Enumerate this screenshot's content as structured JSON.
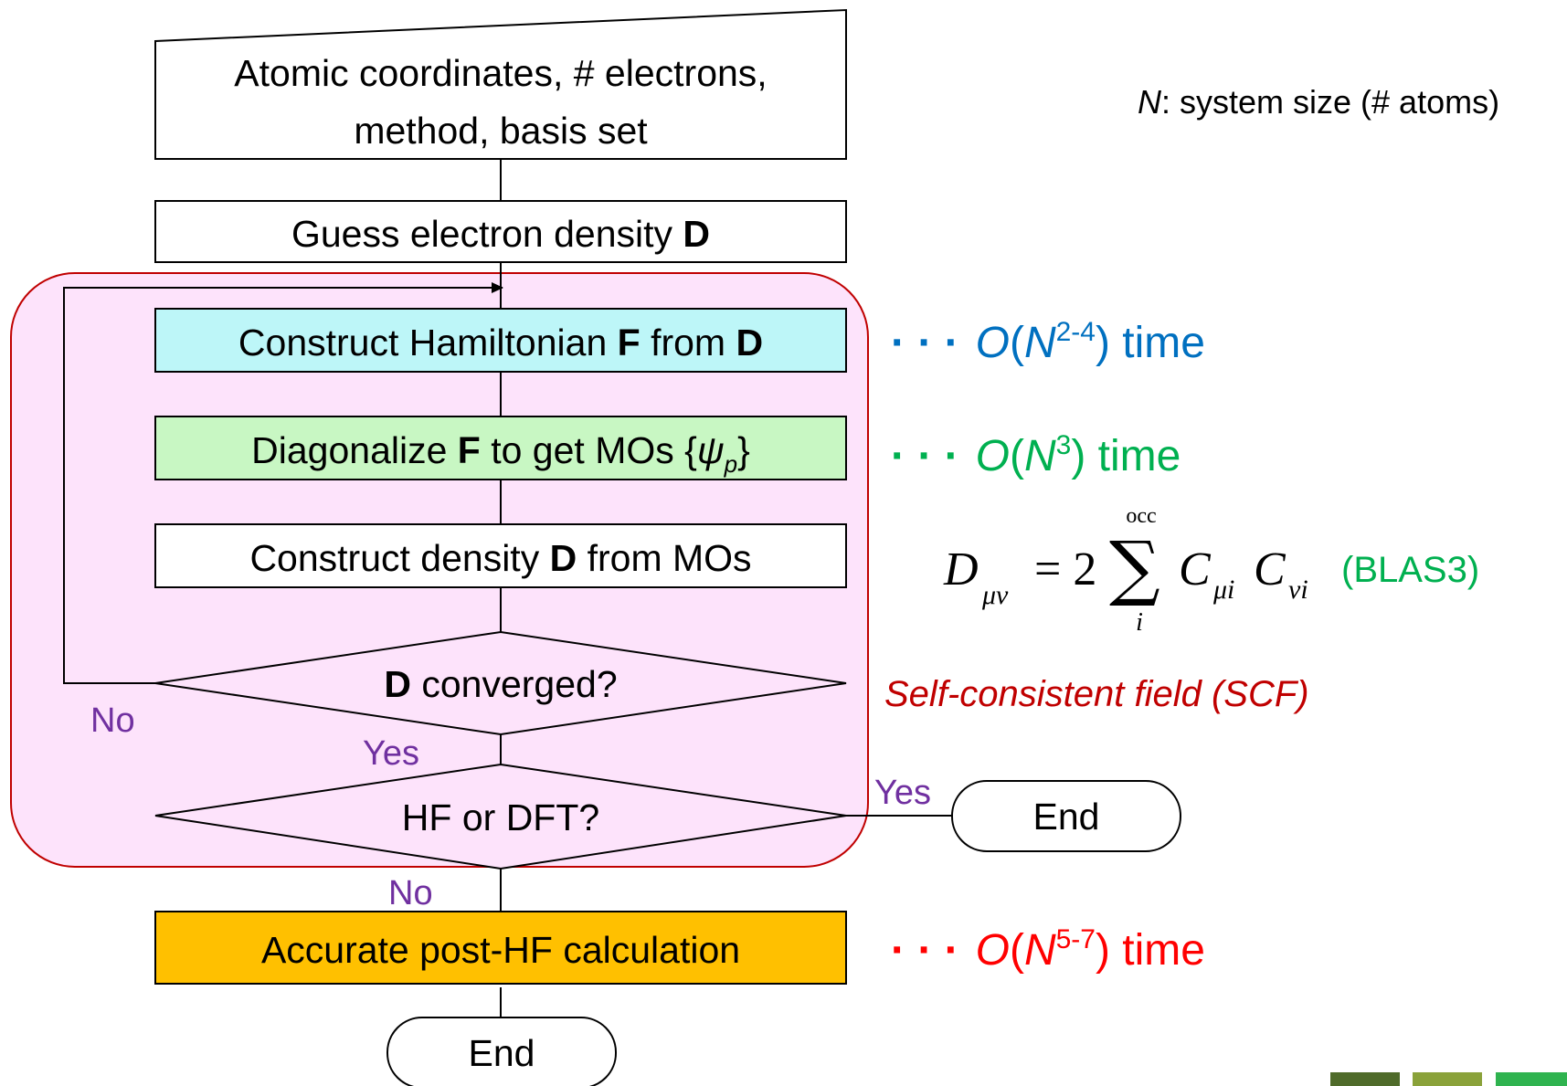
{
  "flow": {
    "input": {
      "line1": "Atomic coordinates, # electrons,",
      "line2": "method, basis set"
    },
    "guess": {
      "text": "Guess electron density ",
      "bold": "D"
    },
    "construct_f": {
      "t1": "Construct Hamiltonian ",
      "b1": "F",
      "t2": " from ",
      "b2": "D"
    },
    "diagonalize": {
      "t1": "Diagonalize ",
      "b1": "F",
      "t2": " to get MOs {",
      "psi": "ψ",
      "sub": "p",
      "close": "}"
    },
    "construct_d": {
      "t1": "Construct density ",
      "b1": "D",
      "t2": " from MOs"
    },
    "converged": {
      "bold": "D",
      "text": " converged?"
    },
    "hf_dft": {
      "text": "HF or DFT?"
    },
    "post_hf": {
      "text": "Accurate post-HF calculation"
    },
    "end_right": {
      "text": "End"
    },
    "end_bottom": {
      "text": "End"
    },
    "labels": {
      "no_loop": "No",
      "yes_converged": "Yes",
      "yes_hf": "Yes",
      "no_hf": "No"
    }
  },
  "annotations": {
    "system_size": {
      "italic": "N",
      "text": ": system size (# atoms)"
    },
    "cost_hamiltonian": {
      "dots": "· · ·",
      "o": "O",
      "paren": "(",
      "n": "N",
      "exp": "2-4",
      "tail": ") time"
    },
    "cost_diag": {
      "dots": "· · ·",
      "o": "O",
      "paren": "(",
      "n": "N",
      "exp": "3",
      "tail": ") time"
    },
    "cost_post": {
      "dots": "· · ·",
      "o": "O",
      "paren": "(",
      "n": "N",
      "exp": "5-7",
      "tail": ") time"
    },
    "formula": {
      "lhs": "D",
      "lhs_sub": "μν",
      "eq": "= 2",
      "sum": "∑",
      "sum_top": "occ",
      "sum_bottom": "i",
      "c1": "C",
      "c1_sub": "μi",
      "c2": "C",
      "c2_sub": "νi",
      "tag": "(BLAS3)"
    },
    "scf_label": "Self-consistent field (SCF)"
  },
  "colors": {
    "scf_fill": "#fde3fb",
    "scf_border": "#c00000",
    "cyan_box": "#bdf6f8",
    "green_box": "#c8f7c3",
    "orange_box": "#ffc000",
    "blue_text": "#0070c0",
    "green_text": "#00b050",
    "red_text": "#ff0000",
    "purple_text": "#7030a0",
    "dark_red_text": "#c00000"
  }
}
